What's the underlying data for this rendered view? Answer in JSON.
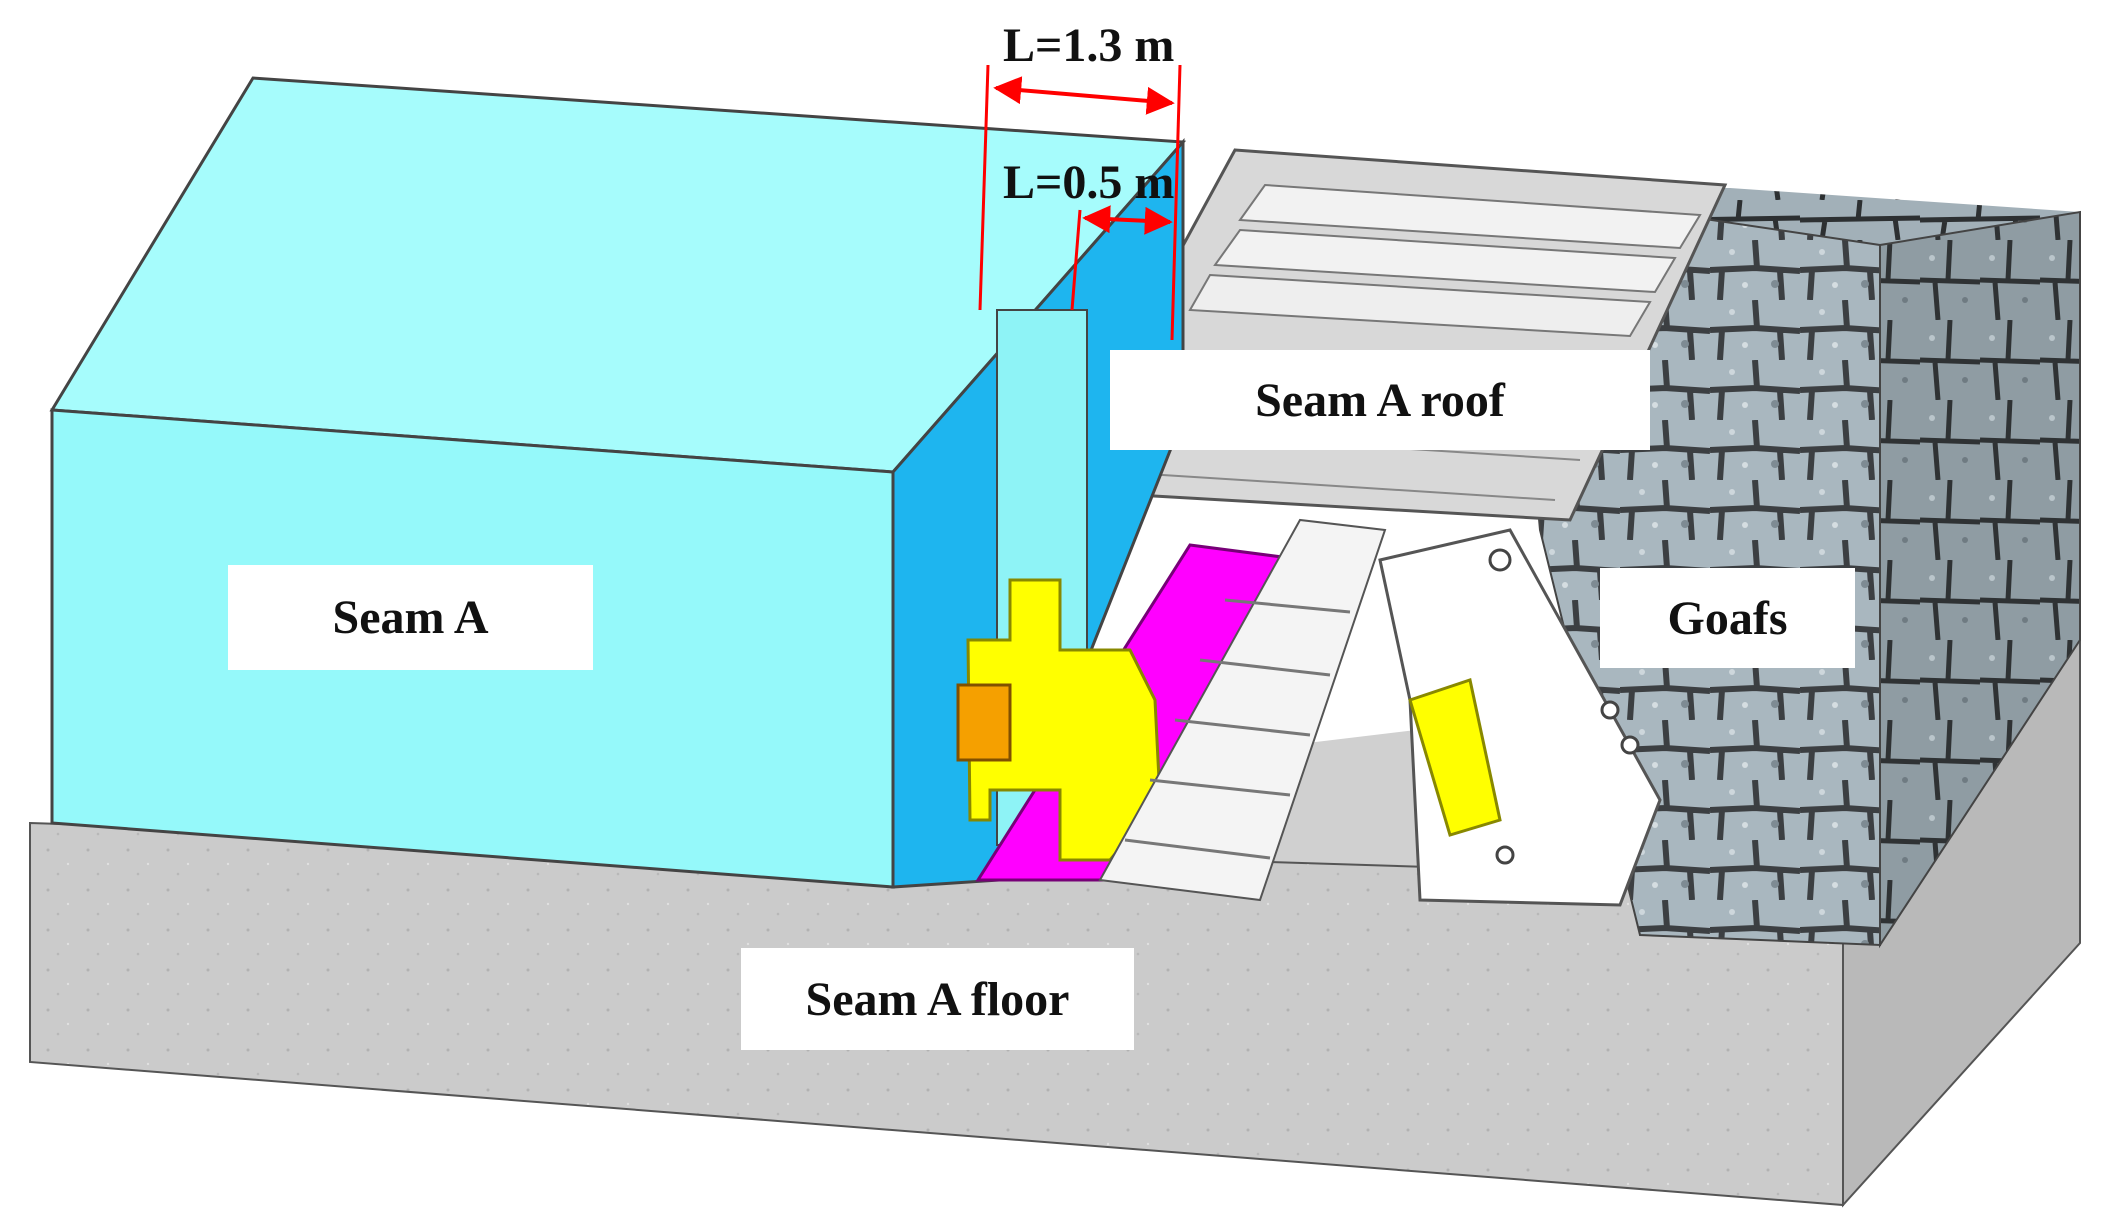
{
  "labels": {
    "seam": "Seam A",
    "roof": "Seam A roof",
    "floor": "Seam A floor",
    "goafs": "Goafs"
  },
  "dimensions": {
    "outer": "L=1.3 m",
    "inner": "L=0.5 m"
  },
  "colors": {
    "seam_front": "#95F9FA",
    "seam_top": "#A6FCFC",
    "seam_side": "#1EB5EF",
    "floor": "#C8C8C8",
    "shearer": "#FFFF00",
    "shearer_motor": "#F5A000",
    "conveyor": "#FF00FF",
    "dimension_line": "#FF0000",
    "goaf_rock": "#8F9CA3"
  }
}
